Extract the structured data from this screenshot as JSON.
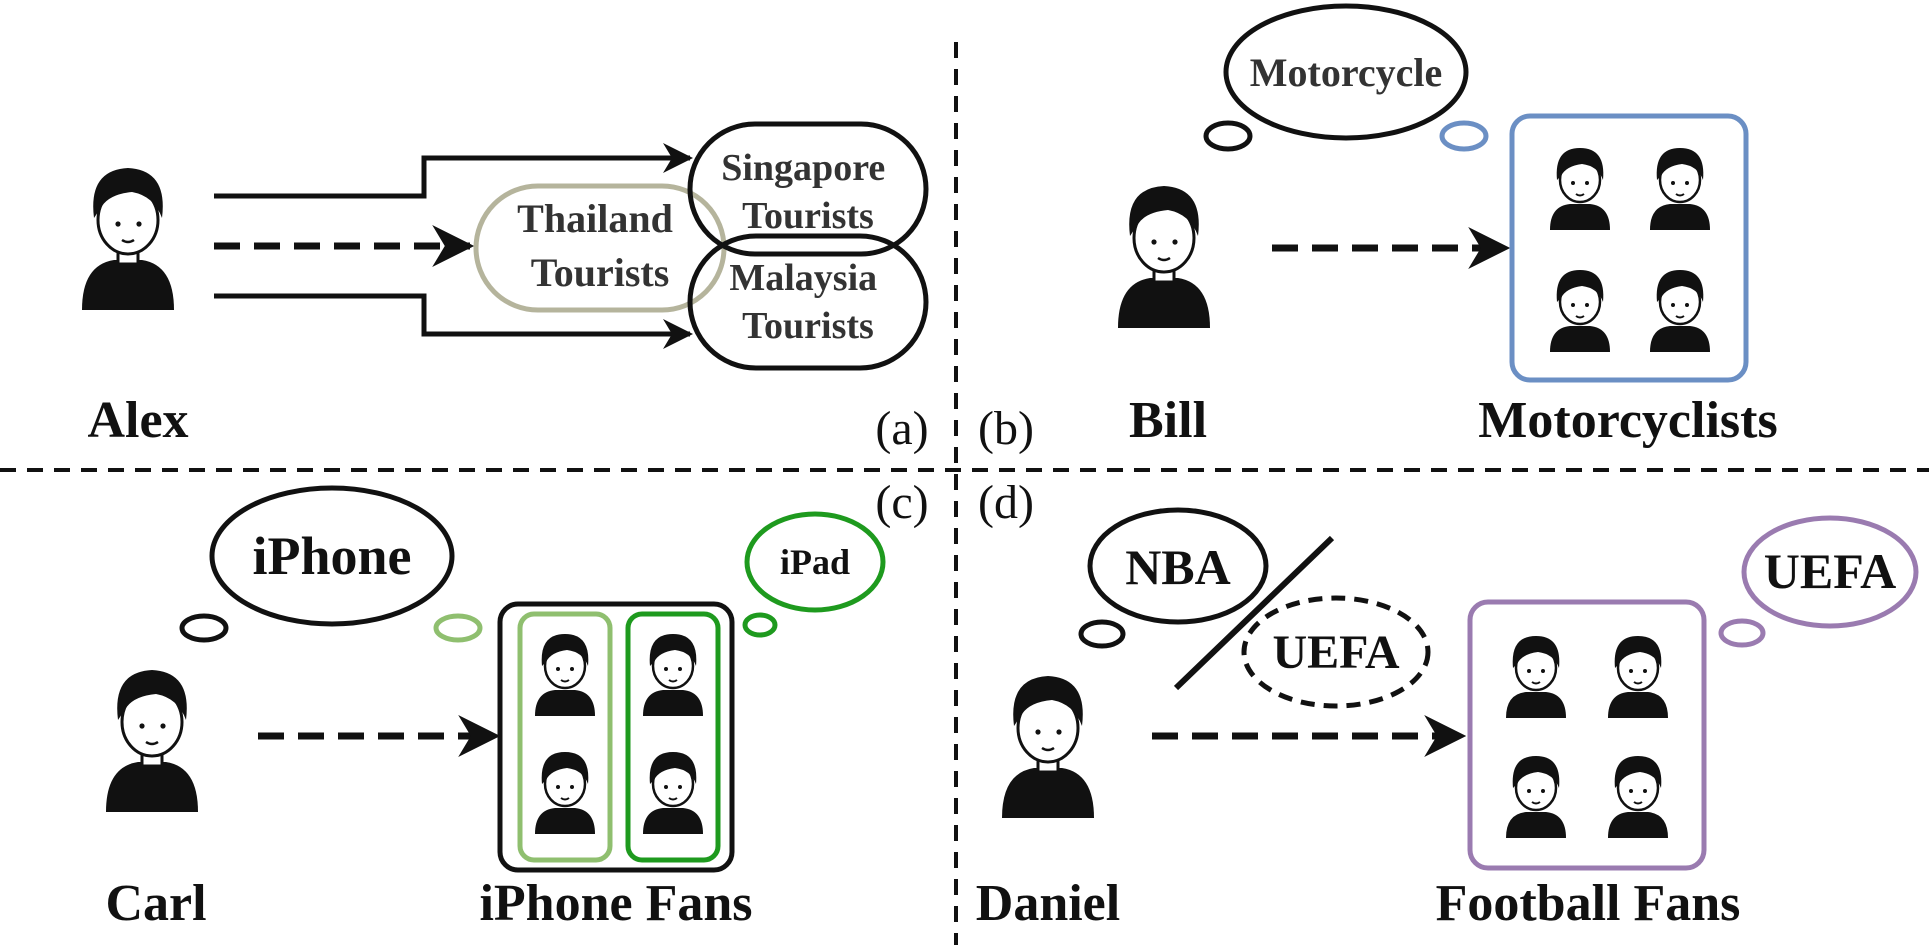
{
  "panels": {
    "a": {
      "marker": "(a)",
      "person": "Alex",
      "groups": {
        "thailand": [
          "Thailand",
          "Tourists"
        ],
        "singapore": [
          "Singapore",
          "Tourists"
        ],
        "malaysia": [
          "Malaysia",
          "Tourists"
        ]
      }
    },
    "b": {
      "marker": "(b)",
      "person": "Bill",
      "thought": "Motorcycle",
      "group": "Motorcyclists"
    },
    "c": {
      "marker": "(c)",
      "person": "Carl",
      "thought_main": "iPhone",
      "thought_side": "iPad",
      "group": "iPhone Fans"
    },
    "d": {
      "marker": "(d)",
      "person": "Daniel",
      "thought_main": "NBA",
      "thought_crossed": "UEFA",
      "thought_side": "UEFA",
      "group": "Football Fans"
    }
  },
  "colors": {
    "ink": "#111111",
    "thailand_outline": "#b5b49c",
    "motorcyclists_frame": "#6b8fc4",
    "iphone_light_green": "#8fbf6f",
    "ipad_green": "#1e9a1e",
    "football_purple": "#9a7bb0"
  },
  "icons": {
    "avatar": "person-avatar-icon"
  }
}
